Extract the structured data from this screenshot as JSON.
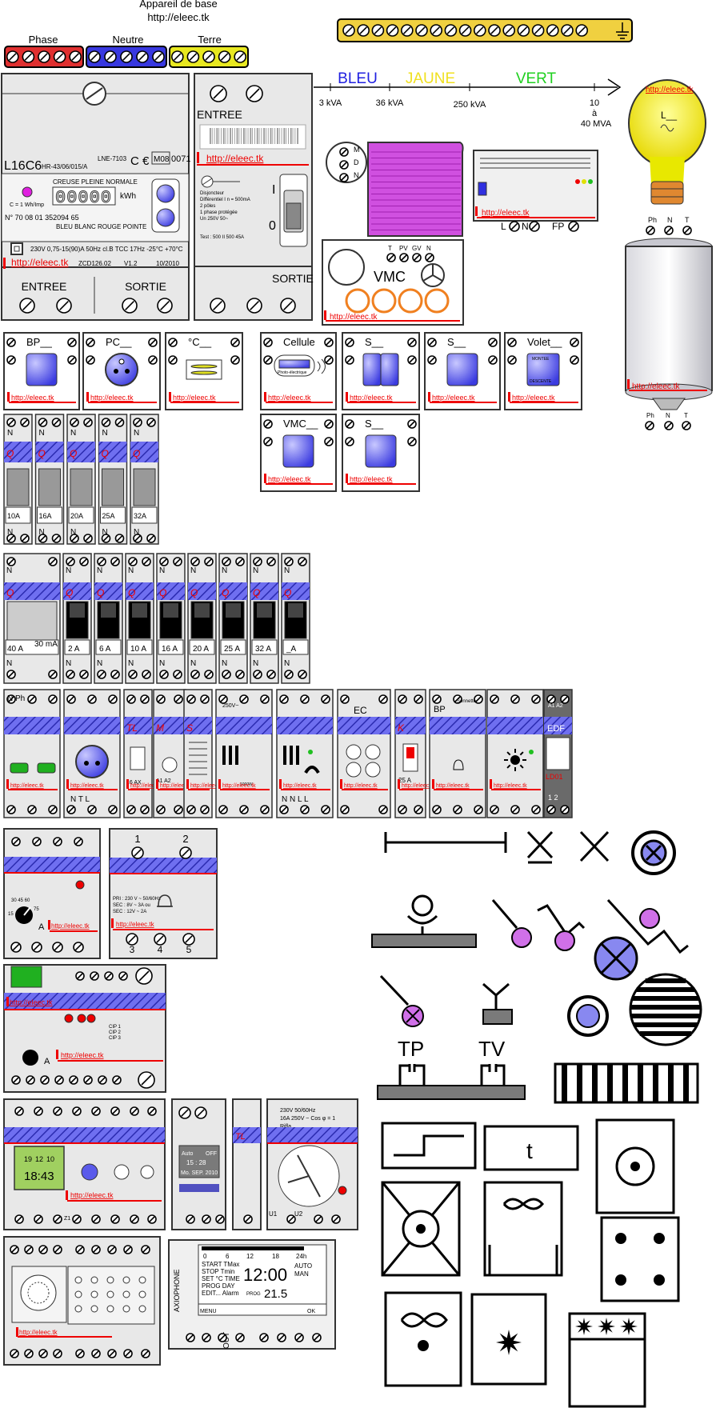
{
  "header": {
    "title_line1": "Appareil de base",
    "title_line2": "http://eleec.tk"
  },
  "terminals": {
    "phase": "Phase",
    "neutre": "Neutre",
    "terre": "Terre"
  },
  "power_scale": {
    "bleu": "BLEU",
    "jaune": "JAUNE",
    "vert": "VERT",
    "t1": "3 kVA",
    "t2": "36 kVA",
    "t3": "250 kVA",
    "t4a": "10",
    "t4b": "à",
    "t4c": "40 MVA"
  },
  "url": "http://eleec.tk",
  "meter": {
    "model": "L16C6",
    "ref": "LNE-7103",
    "hr": "HR-43/06/015/A",
    "m08": "M08",
    "n0071": "0071",
    "tariffs": "CREUSE  PLEINE  NORMALE",
    "kwh": "kWh",
    "digits": "00000",
    "c_const": "C = 1 Wh/Imp",
    "serial": "N° 70 08 01 352094 65",
    "colors": "BLEU BLANC ROUGE POINTE",
    "specs": "230V  0,75-15(90)A  50Hz  cl.B  TCC 17Hz  -25°C  +70°C",
    "zcd": "ZCD126.02",
    "ver": "V1.2",
    "date": "10/2010",
    "entree": "ENTREE",
    "sortie": "SORTIE"
  },
  "main_breaker": {
    "entree": "ENTREE",
    "sortie": "SORTIE",
    "label": "Disjoncteur",
    "l1": "Différentiel I  n = 500mA",
    "l2": "2 pôles",
    "l3": "1 phase protégée",
    "l4": "Un 250V 50~",
    "l5": "Test :  500 II  500  45A",
    "i": "I",
    "o": "0"
  },
  "fan_labels": {
    "m": "M",
    "d": "D",
    "n": "N"
  },
  "vmc": {
    "title": "VMC",
    "t": "T",
    "pv": "PV",
    "gv": "GV",
    "n": "N"
  },
  "radiator": {
    "l": "L",
    "n": "N",
    "fp": "FP"
  },
  "bulb": {
    "label": "L__",
    "ph": "Ph",
    "n": "N",
    "t": "T"
  },
  "boiler": {
    "ph": "Ph",
    "n": "N",
    "t": "T"
  },
  "switches": [
    {
      "label": "BP__"
    },
    {
      "label": "PC__"
    },
    {
      "label": "°C__"
    },
    {
      "label": "Cellule",
      "sub": "Photo-électrique"
    },
    {
      "label": "S__"
    },
    {
      "label": "S__"
    },
    {
      "label": "Volet__",
      "up": "MONTEE",
      "down": "DESCENTE"
    },
    {
      "label": "VMC__"
    },
    {
      "label": "S__"
    }
  ],
  "breakers_small": [
    "10A",
    "16A",
    "20A",
    "25A",
    "32A"
  ],
  "breakers_row": [
    "40 A",
    "30 mA",
    "2 A",
    "6 A",
    "10 A",
    "16 A",
    "20 A",
    "25 A",
    "32 A",
    "_A"
  ],
  "modules": {
    "nph": "N Ph",
    "tl": "TL",
    "m": "M",
    "s": "S",
    "ec": "EC",
    "k": "K",
    "bp": "BP",
    "sonnette": "Sonnette",
    "edf": "EDF",
    "ld01": "LD01",
    "a1a2": "A1 A2",
    "ax16": "16 AX",
    "a25": "25 A",
    "v250": "250V~",
    "w1000": "1000W",
    "ntl": "N T L",
    "nnll": "N N L L",
    "one_two": "1  2",
    "a_unit": "A"
  },
  "transfo": {
    "pri": "PRI : 230 V ~ 50/60Hz",
    "sec1": "SEC : 8V ~ 3A ou",
    "sec2": "SEC : 12V ~ 2A",
    "n1": "1",
    "n2": "2",
    "n3": "3",
    "n4": "4",
    "n5": "5"
  },
  "cip": {
    "c1": "CIP 1",
    "c2": "CIP 2",
    "c3": "CIP 3",
    "a": "A"
  },
  "clock": {
    "time": "18:43",
    "d1": "19",
    "d2": "12",
    "d3": "10",
    "auto": "Auto",
    "off": "OFF",
    "t2": "15 : 28",
    "date": "Mo. SEP. 2010",
    "z1": "Z1",
    "u1": "U1",
    "u2": "U2"
  },
  "program_timer": {
    "l1": "START TMax",
    "l2": "STOP Tmin",
    "l3": "SET °C TIME",
    "l4": "PROG DAY",
    "l5": "EDIT... Alarm",
    "time": "12:00",
    "auto": "AUTO",
    "man": "MAN",
    "prog": "PROG",
    "val": "21.5",
    "menu": "MENU",
    "ok": "OK",
    "brand": "AXIOPHONE",
    "out": "OUT",
    "h0": "0",
    "h6": "6",
    "h12": "12",
    "h18": "18",
    "h24": "24h"
  },
  "contactor": {
    "l1": "230V 50/60Hz",
    "l2": "16A 250V ~ Cos φ = 1",
    "l3": "Rifla"
  },
  "symbols": {
    "tp": "TP",
    "tv": "TV",
    "t": "t"
  }
}
